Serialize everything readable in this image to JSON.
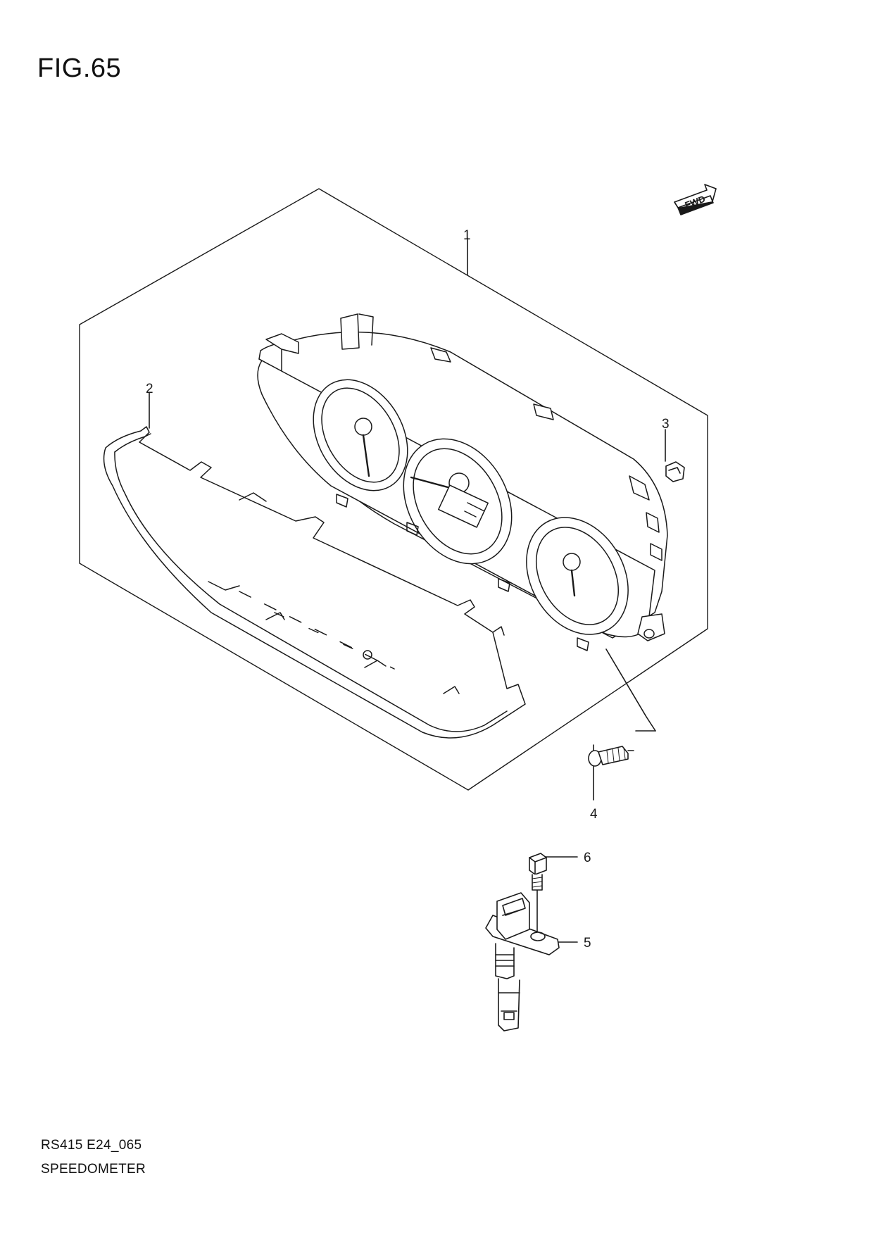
{
  "figure": {
    "title": "FIG.65",
    "direction_label": "FWD"
  },
  "callouts": [
    {
      "id": "1",
      "label": "1",
      "part": "speedometer-assembly"
    },
    {
      "id": "2",
      "label": "2",
      "part": "cover"
    },
    {
      "id": "3",
      "label": "3",
      "part": "clip"
    },
    {
      "id": "4",
      "label": "4",
      "part": "screw"
    },
    {
      "id": "5",
      "label": "5",
      "part": "speed-sensor"
    },
    {
      "id": "6",
      "label": "6",
      "part": "bolt"
    }
  ],
  "footer": {
    "code": "RS415 E24_065",
    "name": "SPEEDOMETER"
  },
  "colors": {
    "line": "#1a1a1a",
    "fill": "#ffffff"
  }
}
